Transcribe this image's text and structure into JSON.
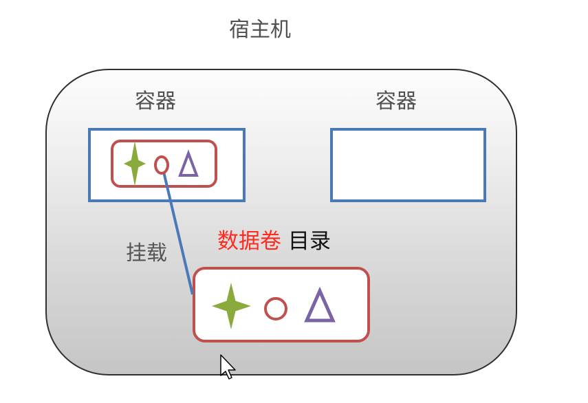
{
  "diagram": {
    "host_label": "宿主机",
    "container_label_1": "容器",
    "container_label_2": "容器",
    "mount_label": "挂载",
    "volume_label_red": "数据卷",
    "volume_label_black": "目录"
  },
  "colors": {
    "container_border": "#4a79b8",
    "volume_border": "#c0504d",
    "star": "#8aaa3c",
    "circle": "#c0504d",
    "triangle": "#7a64a6",
    "mount_line": "#4a79b8",
    "volume_red_text": "#ff2a1e"
  },
  "icons": {
    "star": "four-point-star-icon",
    "circle": "circle-icon",
    "triangle": "triangle-icon",
    "cursor": "mouse-pointer-icon"
  }
}
